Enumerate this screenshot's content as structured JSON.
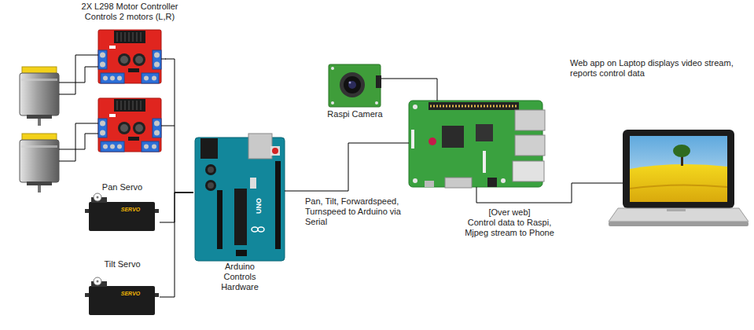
{
  "diagram": {
    "nodes": [
      {
        "text": [
          "2X L298 Motor Controller Controls 2 motors (L,R)"
        ]
      },
      {
        "text": [
          "Pan Servo"
        ]
      },
      {
        "text": [
          "Tilt Servo"
        ]
      },
      {
        "text": [
          "Arduino Controls Hardware"
        ]
      },
      {
        "text": [
          "Raspi Camera"
        ]
      },
      {
        "text": [
          "Web app on Laptop displays video stream, reports control data"
        ]
      }
    ],
    "edges": [
      {
        "from": 0,
        "to": 3,
        "arrow": "none"
      },
      {
        "from": 1,
        "to": 3,
        "arrow": "none"
      },
      {
        "from": 2,
        "to": 3,
        "arrow": "none"
      }
    ],
    "labels": [
      "Pan, Tilt, Forwardspeed, Turnspeed to Arduino via Serial",
      "[Over web]",
      "Control data to Raspi, Mjpeg stream to Phone",
      "SERVO",
      "SERVO",
      "UNO"
    ]
  }
}
